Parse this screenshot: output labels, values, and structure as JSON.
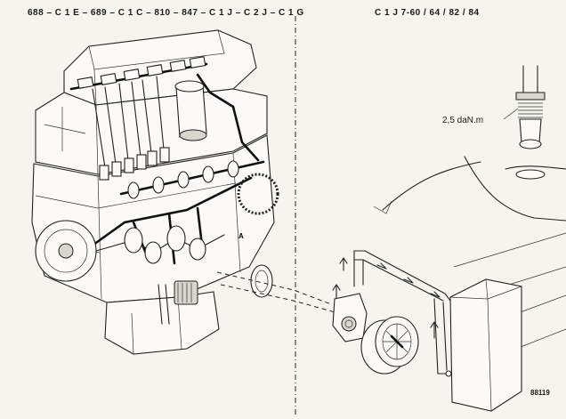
{
  "left_panel": {
    "title": "688 – C 1 E – 689 – C 1 C – 810 – 847 – C 1 J – C 2 J – C 1 G"
  },
  "right_panel": {
    "title": "C 1 J 7-60 / 64 / 82 / 84",
    "torque_callout": "2,5 daN.m",
    "reference_number": "88119"
  }
}
